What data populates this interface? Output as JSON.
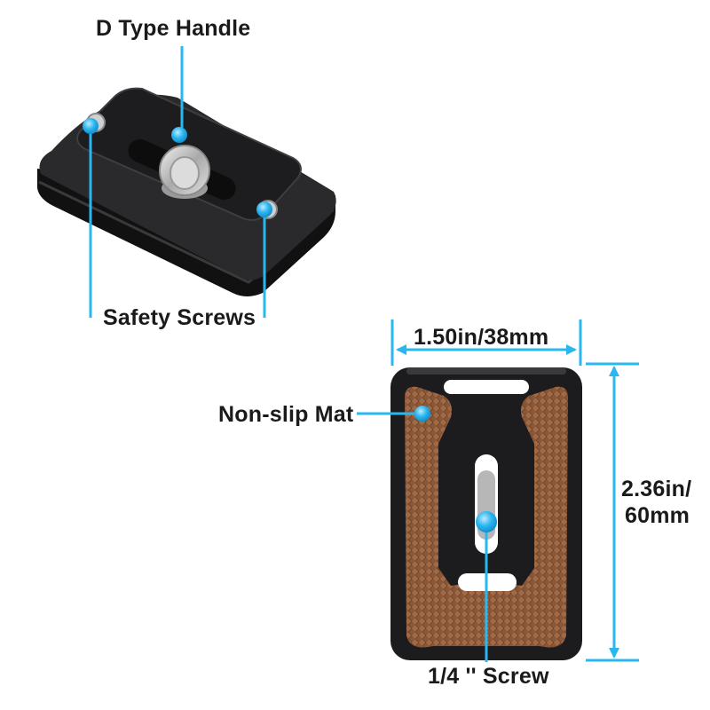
{
  "labels": {
    "d_type_handle": "D Type Handle",
    "safety_screws": "Safety Screws",
    "non_slip_mat": "Non-slip Mat",
    "width": "1.50in/38mm",
    "height_line1": "2.36in/",
    "height_line2": "60mm",
    "screw": "1/4 '' Screw"
  },
  "colors": {
    "callout": "#2ab7f0",
    "plate": "#1c1c1e",
    "mat": "#8a5a3a",
    "metal": "#c9c9c9"
  }
}
